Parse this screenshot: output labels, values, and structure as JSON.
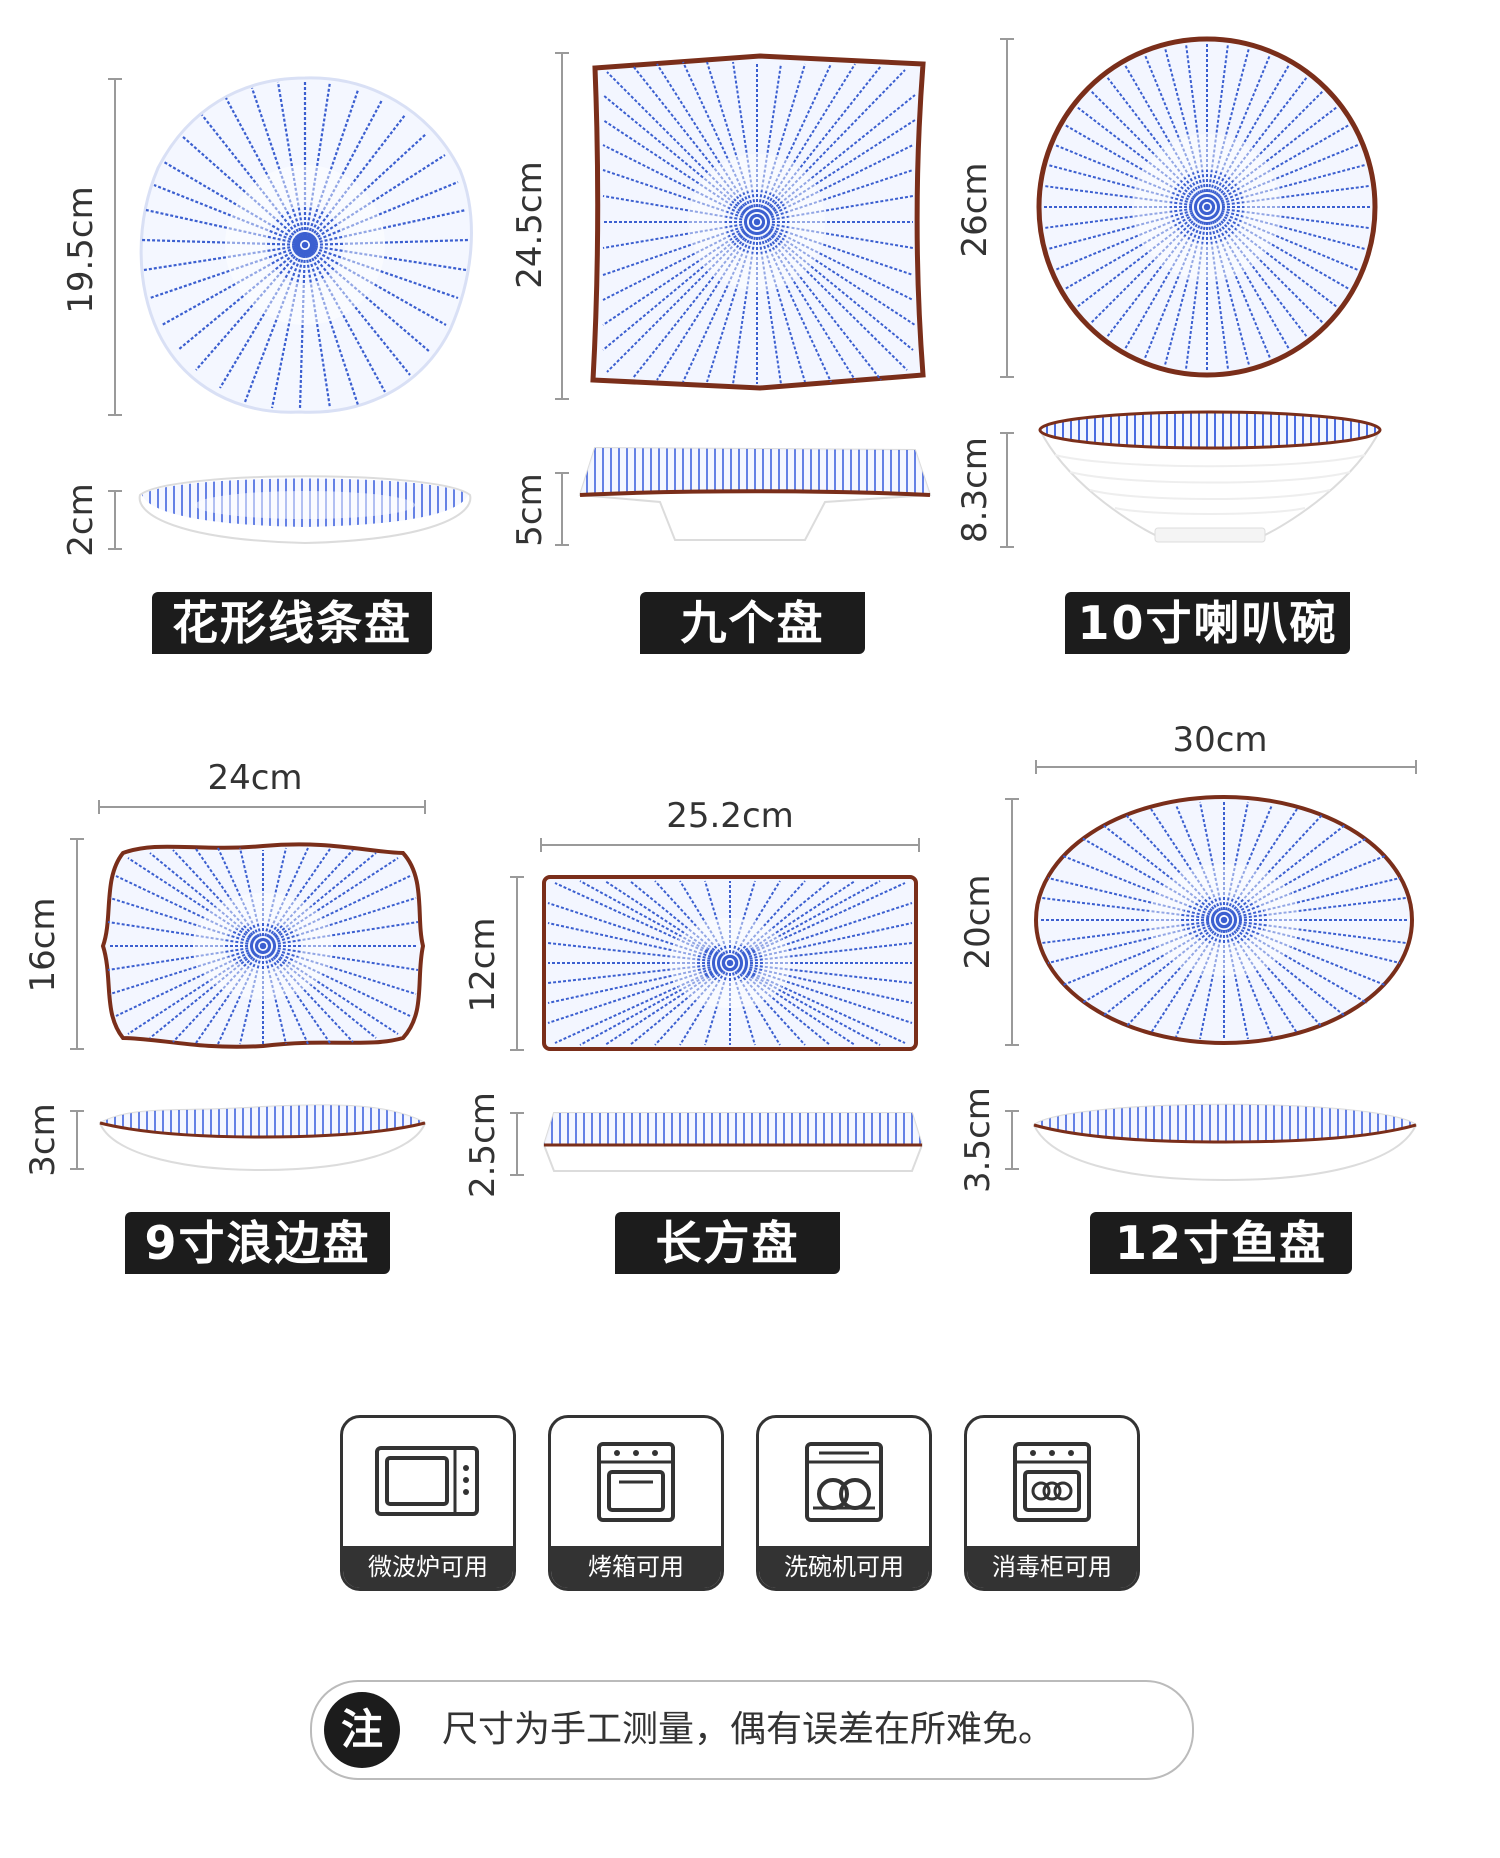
{
  "dishes": [
    {
      "name": "花形线条盘",
      "dim_top": "19.5cm",
      "dim_side": "2cm"
    },
    {
      "name": "九个盘",
      "dim_top": "24.5cm",
      "dim_side": "5cm"
    },
    {
      "name": "10寸喇叭碗",
      "dim_top": "26cm",
      "dim_side": "8.3cm"
    },
    {
      "name": "9寸浪边盘",
      "dim_width": "24cm",
      "dim_top": "16cm",
      "dim_side": "3cm"
    },
    {
      "name": "长方盘",
      "dim_width": "25.2cm",
      "dim_top": "12cm",
      "dim_side": "2.5cm"
    },
    {
      "name": "12寸鱼盘",
      "dim_width": "30cm",
      "dim_top": "20cm",
      "dim_side": "3.5cm"
    }
  ],
  "features": [
    {
      "label": "微波炉可用",
      "icon": "microwave-icon"
    },
    {
      "label": "烤箱可用",
      "icon": "oven-icon"
    },
    {
      "label": "洗碗机可用",
      "icon": "dishwasher-icon"
    },
    {
      "label": "消毒柜可用",
      "icon": "sterilizer-icon"
    }
  ],
  "note": {
    "badge": "注",
    "text": "尺寸为手工测量，偶有误差在所难免。"
  },
  "colors": {
    "pattern_blue": "#3b5fd0",
    "rim_brown": "#7a2e1a",
    "tag_bg": "#1c1c1c"
  }
}
